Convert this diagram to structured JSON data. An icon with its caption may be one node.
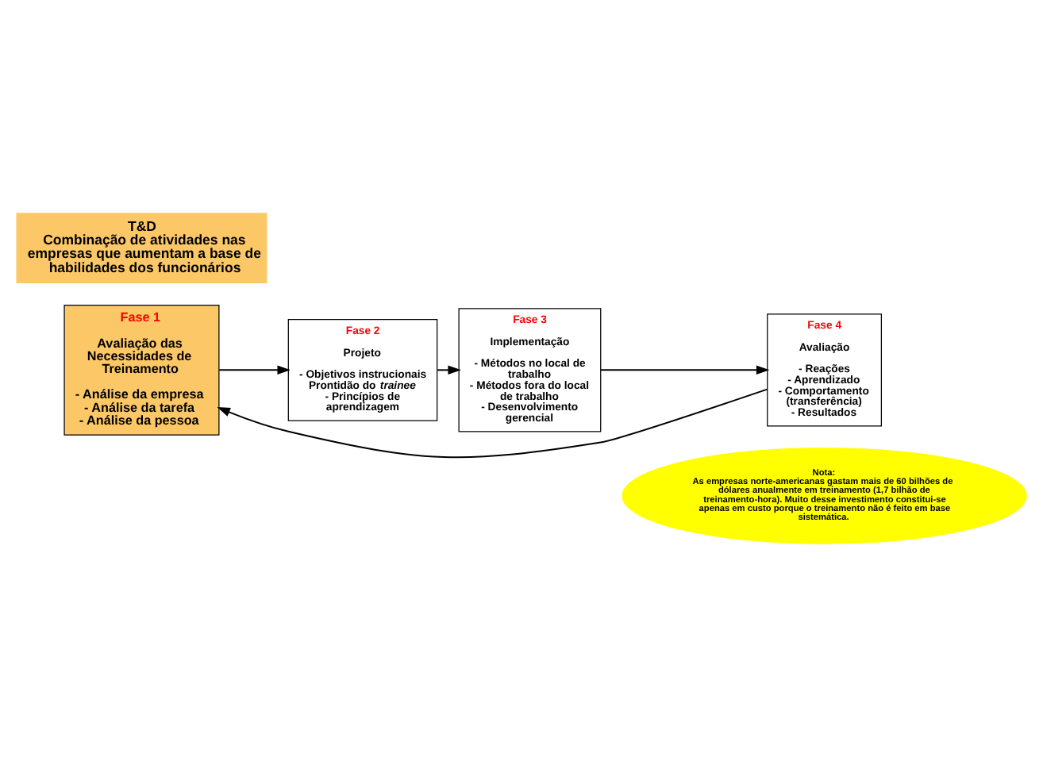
{
  "diagram": {
    "nodes": [
      {
        "text": [
          "T&D",
          "Combinação de atividades nas empresas que aumentam a base de habilidades dos funcionários"
        ]
      },
      {
        "text": [
          "Fase 1",
          "Avaliação das Necessidades de Treinamento",
          "- Análise da empresa",
          "- Análise da tarefa",
          "- Análise da pessoa"
        ]
      },
      {
        "text": [
          "Fase 2",
          "Projeto",
          "- Objetivos instrucionais",
          "Prontidão do *trainee*",
          "- Princípios de aprendizagem"
        ]
      },
      {
        "text": [
          "Fase 3",
          "Implementação",
          "- Métodos no local de trabalho",
          "- Métodos fora do local de trabalho",
          "- Desenvolvimento gerencial"
        ]
      },
      {
        "text": [
          "Fase 4",
          "Avaliação",
          "- Reações",
          "- Aprendizado",
          "- Comportamento (transferência)",
          "- Resultados"
        ]
      },
      {
        "text": [
          "Nota:",
          "As empresas norte-americanas gastam mais de 60 bilhões de dólares anualmente em treinamento (1,7 bilhão de treinamento-hora). Muito desse investimento constitui-se apenas em custo porque o treinamento não é feito em base sistemática."
        ]
      }
    ],
    "edges": [
      {
        "from": 1,
        "to": 2,
        "arrow": "to"
      },
      {
        "from": 2,
        "to": 3,
        "arrow": "to"
      },
      {
        "from": 3,
        "to": 4,
        "arrow": "to"
      },
      {
        "from": 4,
        "to": 1,
        "arrow": "to"
      }
    ]
  }
}
